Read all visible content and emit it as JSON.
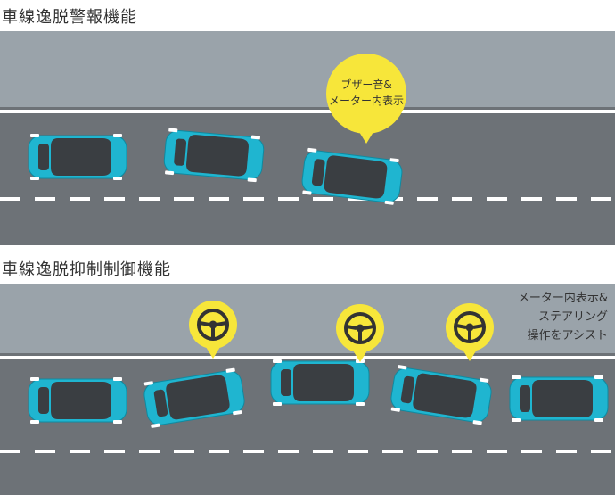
{
  "lane_warning": {
    "title": "車線逸脱警報機能",
    "callout_line1": "ブザー音&",
    "callout_line2": "メーター内表示"
  },
  "lane_keep": {
    "title": "車線逸脱抑制制御機能",
    "note_line1": "メーター内表示&",
    "note_line2": "ステアリング",
    "note_line3": "操作をアシスト"
  },
  "colors": {
    "sky": "#9aa3aa",
    "road": "#6d7277",
    "lane_line": "#ffffff",
    "car_body": "#1fb5d0",
    "car_roof": "#3a3e42",
    "callout": "#f7e63a"
  },
  "icons": {
    "warning_callout": "speech-bubble",
    "steering": "steering-wheel-icon"
  }
}
